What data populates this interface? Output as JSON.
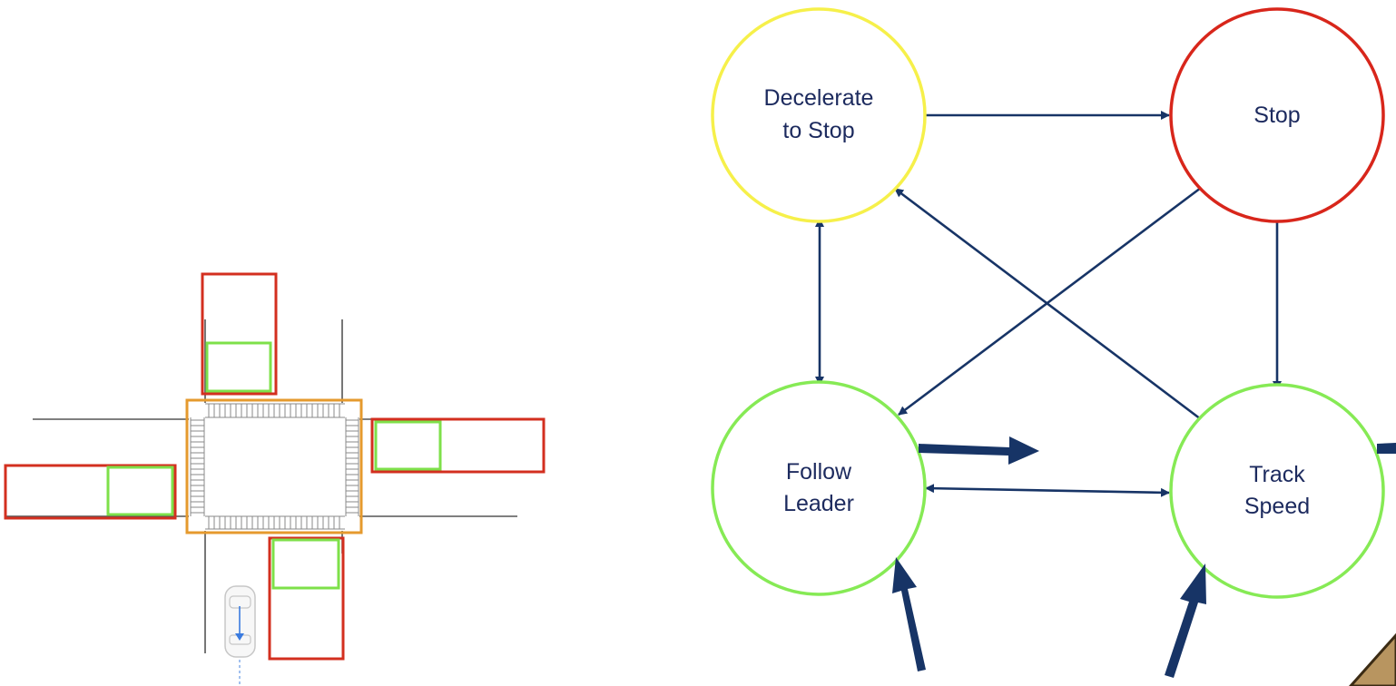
{
  "colors": {
    "navy": "#173466",
    "text": "#1c2a5e",
    "zone_red": "#d32f1f",
    "zone_green": "#7ee04a",
    "intersection_orange": "#e59a2e",
    "state_yellow": "#f6f04a",
    "state_red": "#d8261b",
    "state_green": "#86ea55",
    "road_line": "#555555",
    "crosswalk": "#8a8a8a",
    "ego_arrow": "#3a7be0"
  },
  "intersection": {
    "approaches": [
      {
        "name": "north",
        "zones": [
          "stop-zone",
          "slow-zone"
        ]
      },
      {
        "name": "east",
        "zones": [
          "stop-zone",
          "slow-zone"
        ]
      },
      {
        "name": "west",
        "zones": [
          "stop-zone",
          "slow-zone"
        ]
      },
      {
        "name": "south",
        "zones": [
          "stop-zone",
          "slow-zone"
        ]
      }
    ],
    "ego_icon": "car-icon"
  },
  "states": {
    "decelerate": {
      "line1": "Decelerate",
      "line2": "to Stop",
      "color": "#f6f04a"
    },
    "stop": {
      "line1": "Stop",
      "color": "#d8261b"
    },
    "follow": {
      "line1": "Follow",
      "line2": "Leader",
      "color": "#86ea55"
    },
    "track": {
      "line1": "Track",
      "line2": "Speed",
      "color": "#86ea55"
    }
  },
  "transitions": [
    {
      "from": "Decelerate to Stop",
      "to": "Stop"
    },
    {
      "from": "Decelerate to Stop",
      "to": "Follow Leader",
      "bidirectional": true
    },
    {
      "from": "Stop",
      "to": "Follow Leader"
    },
    {
      "from": "Stop",
      "to": "Track Speed"
    },
    {
      "from": "Track Speed",
      "to": "Decelerate to Stop"
    },
    {
      "from": "Follow Leader",
      "to": "Track Speed",
      "bidirectional": true
    }
  ],
  "highlight_arrows": [
    "follow-to-track-highlight",
    "entry-follow-leader",
    "entry-track-speed",
    "edge-highlight"
  ]
}
